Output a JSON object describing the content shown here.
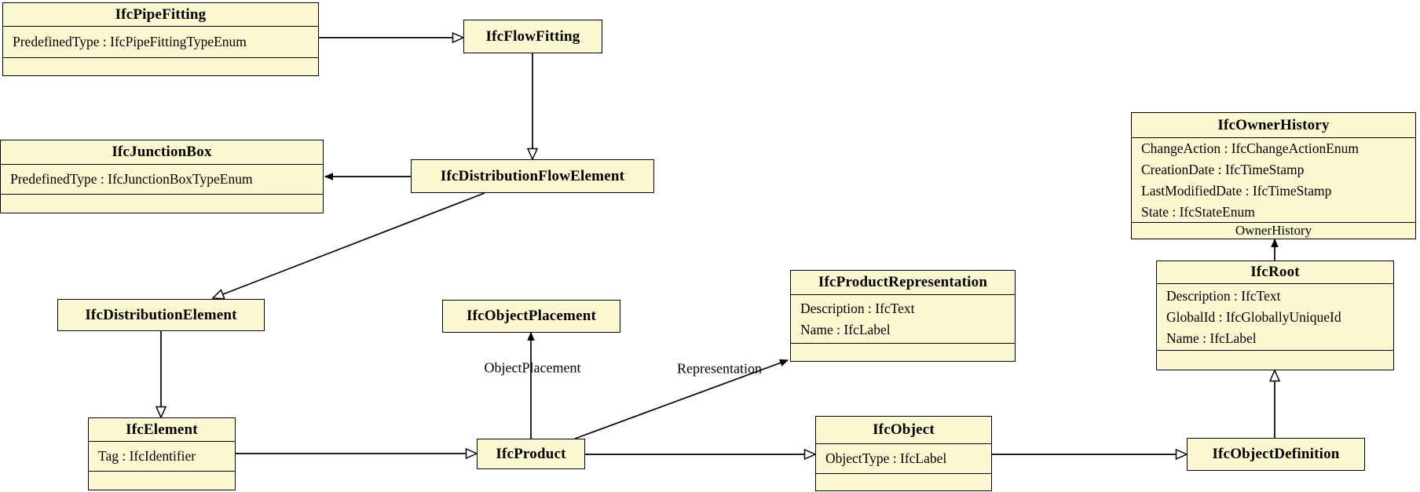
{
  "diagram_type": "uml-class-diagram",
  "colors": {
    "node_fill": "#FBF8D2",
    "node_border": "#000000",
    "background": "#ffffff",
    "text": "#000000"
  },
  "nodes": [
    {
      "name": "IfcPipeFitting",
      "attributes": [
        "PredefinedType : IfcPipeFittingTypeEnum"
      ],
      "footer": ""
    },
    {
      "name": "IfcFlowFitting"
    },
    {
      "name": "IfcJunctionBox",
      "attributes": [
        "PredefinedType : IfcJunctionBoxTypeEnum"
      ],
      "footer": ""
    },
    {
      "name": "IfcDistributionFlowElement"
    },
    {
      "name": "IfcOwnerHistory",
      "attributes": [
        "ChangeAction : IfcChangeActionEnum",
        "CreationDate : IfcTimeStamp",
        "LastModifiedDate : IfcTimeStamp",
        "State : IfcStateEnum"
      ],
      "footer": "OwnerHistory"
    },
    {
      "name": "IfcRoot",
      "attributes": [
        "Description : IfcText",
        "GlobalId : IfcGloballyUniqueId",
        "Name : IfcLabel"
      ],
      "footer": ""
    },
    {
      "name": "IfcDistributionElement"
    },
    {
      "name": "IfcObjectPlacement"
    },
    {
      "name": "IfcProductRepresentation",
      "attributes": [
        "Description : IfcText",
        "Name : IfcLabel"
      ],
      "footer": ""
    },
    {
      "name": "IfcElement",
      "attributes": [
        "Tag : IfcIdentifier"
      ],
      "footer": ""
    },
    {
      "name": "IfcProduct"
    },
    {
      "name": "IfcObject",
      "attributes": [
        "ObjectType : IfcLabel"
      ],
      "footer": ""
    },
    {
      "name": "IfcObjectDefinition"
    }
  ],
  "edges": [
    {
      "from": "IfcPipeFitting",
      "to": "IfcFlowFitting",
      "type": "generalization",
      "label": ""
    },
    {
      "from": "IfcFlowFitting",
      "to": "IfcDistributionFlowElement",
      "type": "generalization",
      "label": ""
    },
    {
      "from": "IfcDistributionFlowElement",
      "to": "IfcJunctionBox",
      "type": "association",
      "label": ""
    },
    {
      "from": "IfcDistributionFlowElement",
      "to": "IfcDistributionElement",
      "type": "generalization",
      "label": ""
    },
    {
      "from": "IfcDistributionElement",
      "to": "IfcElement",
      "type": "generalization",
      "label": ""
    },
    {
      "from": "IfcElement",
      "to": "IfcProduct",
      "type": "generalization",
      "label": ""
    },
    {
      "from": "IfcProduct",
      "to": "IfcObjectPlacement",
      "type": "association",
      "label": "ObjectPlacement"
    },
    {
      "from": "IfcProduct",
      "to": "IfcProductRepresentation",
      "type": "association",
      "label": "Representation"
    },
    {
      "from": "IfcProduct",
      "to": "IfcObject",
      "type": "generalization",
      "label": ""
    },
    {
      "from": "IfcObject",
      "to": "IfcObjectDefinition",
      "type": "generalization",
      "label": ""
    },
    {
      "from": "IfcObjectDefinition",
      "to": "IfcRoot",
      "type": "generalization",
      "label": ""
    },
    {
      "from": "IfcRoot",
      "to": "IfcOwnerHistory",
      "type": "association",
      "label": "OwnerHistory"
    }
  ]
}
